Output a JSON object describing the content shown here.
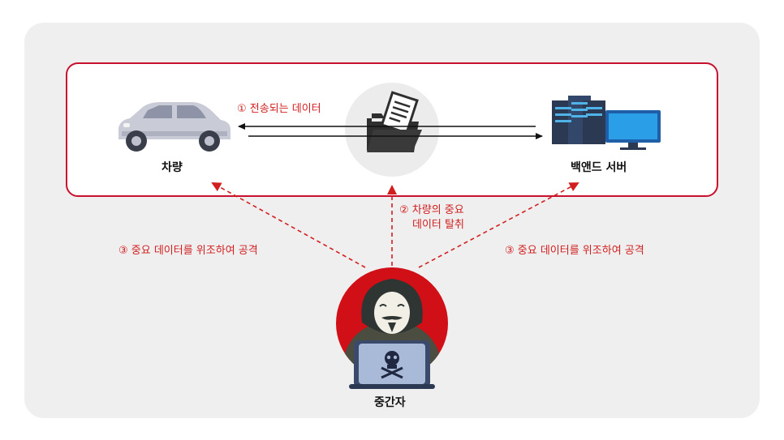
{
  "nodes": {
    "vehicle": "차량",
    "server": "백앤드 서버",
    "attacker": "중간자"
  },
  "edges": {
    "transmitted_data": "① 전송되는 데이터",
    "data_theft_line1": "② 차량의 중요",
    "data_theft_line2": "데이터 탈취",
    "forge_attack_vehicle": "③ 중요 데이터를 위조하여 공격",
    "forge_attack_server": "③ 중요 데이터를 위조하여 공격"
  },
  "colors": {
    "accent": "#d21e1e",
    "panel": "#efefef",
    "border": "#c8102e"
  }
}
